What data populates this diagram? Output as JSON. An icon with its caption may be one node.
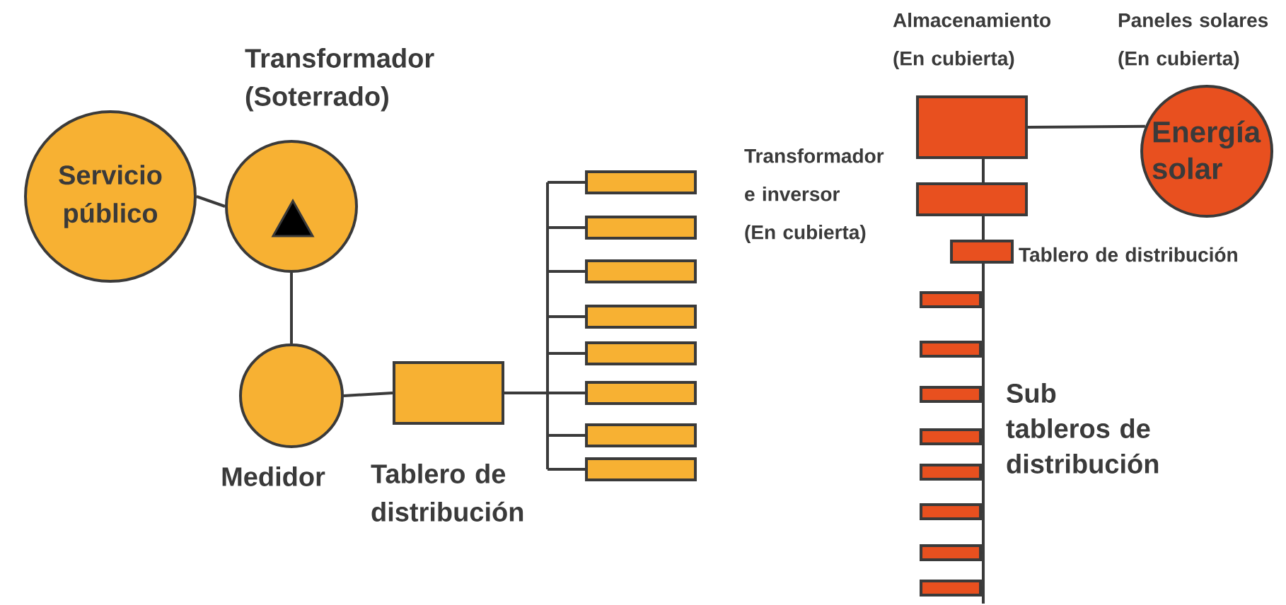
{
  "diagram": {
    "nodes": [
      {
        "text": [
          "Servicio público"
        ]
      },
      {
        "text": [
          "Transformador (Soterrado)"
        ]
      },
      {
        "text": [
          "Medidor"
        ]
      },
      {
        "text": [
          "Tablero de distribución"
        ]
      },
      {
        "text": [],
        "shape": "box"
      },
      {
        "text": [],
        "shape": "box"
      },
      {
        "text": [],
        "shape": "box"
      },
      {
        "text": [],
        "shape": "box"
      },
      {
        "text": [],
        "shape": "box"
      },
      {
        "text": [],
        "shape": "box"
      },
      {
        "text": [],
        "shape": "box"
      },
      {
        "text": [],
        "shape": "box"
      },
      {
        "text": [
          "Almacenamiento (En cubierta)"
        ]
      },
      {
        "text": [
          "Paneles solares (En cubierta)",
          "Energía solar"
        ]
      },
      {
        "text": [
          "Transformador e inversor (En cubierta)"
        ]
      },
      {
        "text": [
          "Tablero de distribución"
        ]
      },
      {
        "text": [],
        "shape": "box"
      },
      {
        "text": [],
        "shape": "box"
      },
      {
        "text": [],
        "shape": "box"
      },
      {
        "text": [],
        "shape": "box"
      },
      {
        "text": [],
        "shape": "box"
      },
      {
        "text": [],
        "shape": "box"
      },
      {
        "text": [],
        "shape": "box"
      },
      {
        "text": [],
        "shape": "box"
      }
    ],
    "edges": [
      {
        "from": 0,
        "to": 1,
        "arrow": "none"
      },
      {
        "from": 1,
        "to": 2,
        "arrow": "none"
      },
      {
        "from": 2,
        "to": 3,
        "arrow": "none"
      },
      {
        "from": 3,
        "to": 4,
        "arrow": "none"
      },
      {
        "from": 3,
        "to": 5,
        "arrow": "none"
      },
      {
        "from": 3,
        "to": 6,
        "arrow": "none"
      },
      {
        "from": 3,
        "to": 7,
        "arrow": "none"
      },
      {
        "from": 3,
        "to": 8,
        "arrow": "none"
      },
      {
        "from": 3,
        "to": 9,
        "arrow": "none"
      },
      {
        "from": 3,
        "to": 10,
        "arrow": "none"
      },
      {
        "from": 3,
        "to": 11,
        "arrow": "none"
      },
      {
        "from": 12,
        "to": 13,
        "arrow": "none"
      },
      {
        "from": 12,
        "to": 14,
        "arrow": "none"
      },
      {
        "from": 14,
        "to": 15,
        "arrow": "none"
      },
      {
        "from": 15,
        "to": 16,
        "arrow": "none"
      },
      {
        "from": 15,
        "to": 17,
        "arrow": "none"
      },
      {
        "from": 15,
        "to": 18,
        "arrow": "none"
      },
      {
        "from": 15,
        "to": 19,
        "arrow": "none"
      },
      {
        "from": 15,
        "to": 20,
        "arrow": "none"
      },
      {
        "from": 15,
        "to": 21,
        "arrow": "none"
      },
      {
        "from": 15,
        "to": 22,
        "arrow": "none"
      },
      {
        "from": 15,
        "to": 23,
        "arrow": "none"
      }
    ],
    "labels": [
      "Sub tableros de distribución"
    ]
  }
}
